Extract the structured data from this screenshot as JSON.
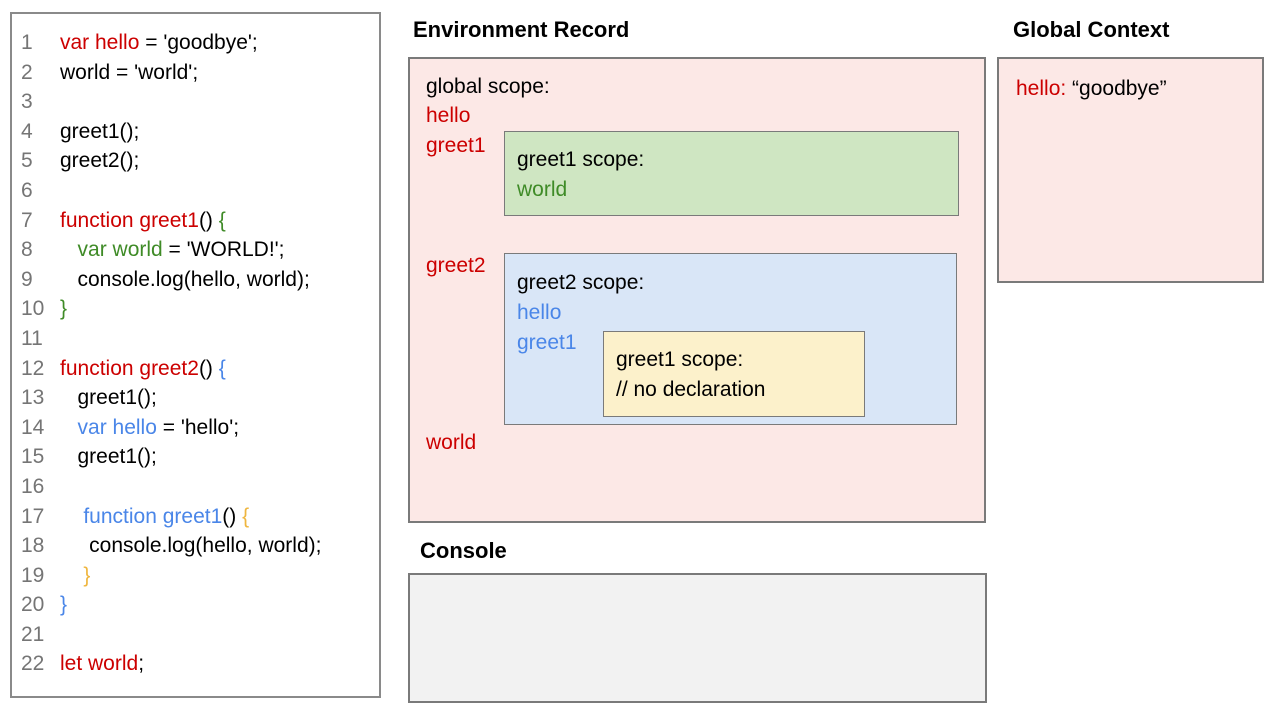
{
  "colors": {
    "red": "#cc0000",
    "green": "#3f8b27",
    "blue": "#4a86e8",
    "orange": "#efb63f",
    "black": "#000000",
    "line_number": "#757575",
    "pink_fill": "#fce8e6",
    "green_fill": "#cfe6c2",
    "blue_fill": "#d9e6f7",
    "yellow_fill": "#fcf1cb",
    "console_fill": "#f2f2f2",
    "border_gray": "#7a7a7a"
  },
  "code_panel": {
    "lines": [
      {
        "n": "1",
        "segs": [
          {
            "t": "var hello",
            "c": "red"
          },
          {
            "t": " = 'goodbye';",
            "c": "black"
          }
        ]
      },
      {
        "n": "2",
        "segs": [
          {
            "t": "world = 'world';",
            "c": "black"
          }
        ]
      },
      {
        "n": "3",
        "segs": []
      },
      {
        "n": "4",
        "segs": [
          {
            "t": "greet1();",
            "c": "black"
          }
        ]
      },
      {
        "n": "5",
        "segs": [
          {
            "t": "greet2();",
            "c": "black"
          }
        ]
      },
      {
        "n": "6",
        "segs": []
      },
      {
        "n": "7",
        "segs": [
          {
            "t": "function greet1",
            "c": "red"
          },
          {
            "t": "() ",
            "c": "black"
          },
          {
            "t": "{",
            "c": "green"
          }
        ]
      },
      {
        "n": "8",
        "segs": [
          {
            "t": "   ",
            "c": "black"
          },
          {
            "t": "var world",
            "c": "green"
          },
          {
            "t": " = 'WORLD!';",
            "c": "black"
          }
        ]
      },
      {
        "n": "9",
        "segs": [
          {
            "t": "   console.log(hello, world);",
            "c": "black"
          }
        ]
      },
      {
        "n": "10",
        "segs": [
          {
            "t": "}",
            "c": "green"
          }
        ]
      },
      {
        "n": "11",
        "segs": []
      },
      {
        "n": "12",
        "segs": [
          {
            "t": "function greet2",
            "c": "red"
          },
          {
            "t": "() ",
            "c": "black"
          },
          {
            "t": "{",
            "c": "blue"
          }
        ]
      },
      {
        "n": "13",
        "segs": [
          {
            "t": "   greet1();",
            "c": "black"
          }
        ]
      },
      {
        "n": "14",
        "segs": [
          {
            "t": "   ",
            "c": "black"
          },
          {
            "t": "var hello",
            "c": "blue"
          },
          {
            "t": " = 'hello';",
            "c": "black"
          }
        ]
      },
      {
        "n": "15",
        "segs": [
          {
            "t": "   greet1();",
            "c": "black"
          }
        ]
      },
      {
        "n": "16",
        "segs": []
      },
      {
        "n": "17",
        "segs": [
          {
            "t": "    ",
            "c": "black"
          },
          {
            "t": "function greet1",
            "c": "blue"
          },
          {
            "t": "() ",
            "c": "black"
          },
          {
            "t": "{",
            "c": "orange"
          }
        ]
      },
      {
        "n": "18",
        "segs": [
          {
            "t": "     console.log(hello, world);",
            "c": "black"
          }
        ]
      },
      {
        "n": "19",
        "segs": [
          {
            "t": "    ",
            "c": "black"
          },
          {
            "t": "}",
            "c": "orange"
          }
        ]
      },
      {
        "n": "20",
        "segs": [
          {
            "t": "}",
            "c": "blue"
          }
        ]
      },
      {
        "n": "21",
        "segs": []
      },
      {
        "n": "22",
        "segs": [
          {
            "t": "let world",
            "c": "red"
          },
          {
            "t": ";",
            "c": "black"
          }
        ]
      }
    ]
  },
  "environment_record": {
    "title": "Environment Record",
    "global_scope_label": "global scope:",
    "bindings": {
      "hello": "hello",
      "greet1": "greet1",
      "greet2": "greet2",
      "world": "world"
    },
    "greet1_scope": {
      "label": "greet1 scope:",
      "world_binding": "world"
    },
    "greet2_scope": {
      "label": "greet2 scope:",
      "hello_binding": "hello",
      "greet1_binding": "greet1",
      "nested_greet1_scope": {
        "label": "greet1 scope:",
        "comment": "// no declaration"
      }
    }
  },
  "console": {
    "title": "Console"
  },
  "global_context": {
    "title": "Global Context",
    "entry_name": "hello:",
    "entry_value": " “goodbye”"
  }
}
